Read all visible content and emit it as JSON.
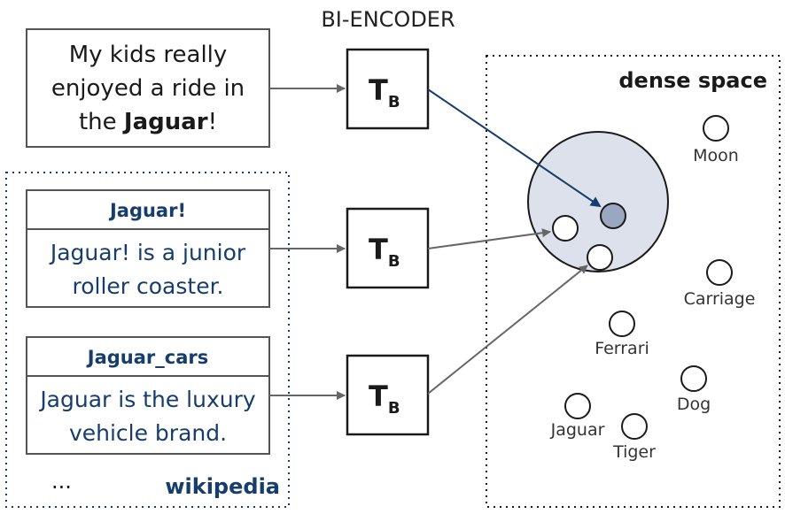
{
  "header": {
    "title": "BI-ENCODER"
  },
  "query": {
    "line1": "My kids really",
    "line2": "enjoyed a ride in",
    "line3_prefix": "the ",
    "line3_bold": "Jaguar",
    "line3_suffix": "!"
  },
  "encoder": {
    "letter": "T",
    "subscript": "B"
  },
  "wikipedia": {
    "label": "wikipedia",
    "ellipsis": "...",
    "entities": [
      {
        "title": "Jaguar!",
        "line1": "Jaguar! is a junior",
        "line2": "roller coaster."
      },
      {
        "title": "Jaguar_cars",
        "line1": "Jaguar is the luxury",
        "line2": "vehicle brand."
      }
    ]
  },
  "dense_space": {
    "label": "dense space",
    "points": [
      "Moon",
      "Carriage",
      "Ferrari",
      "Dog",
      "Jaguar",
      "Tiger"
    ]
  },
  "colors": {
    "navy": "#163d6b",
    "arrow_gray": "#666666",
    "cluster_fill": "#dde1ec",
    "query_point_fill": "#9aa7c0"
  }
}
